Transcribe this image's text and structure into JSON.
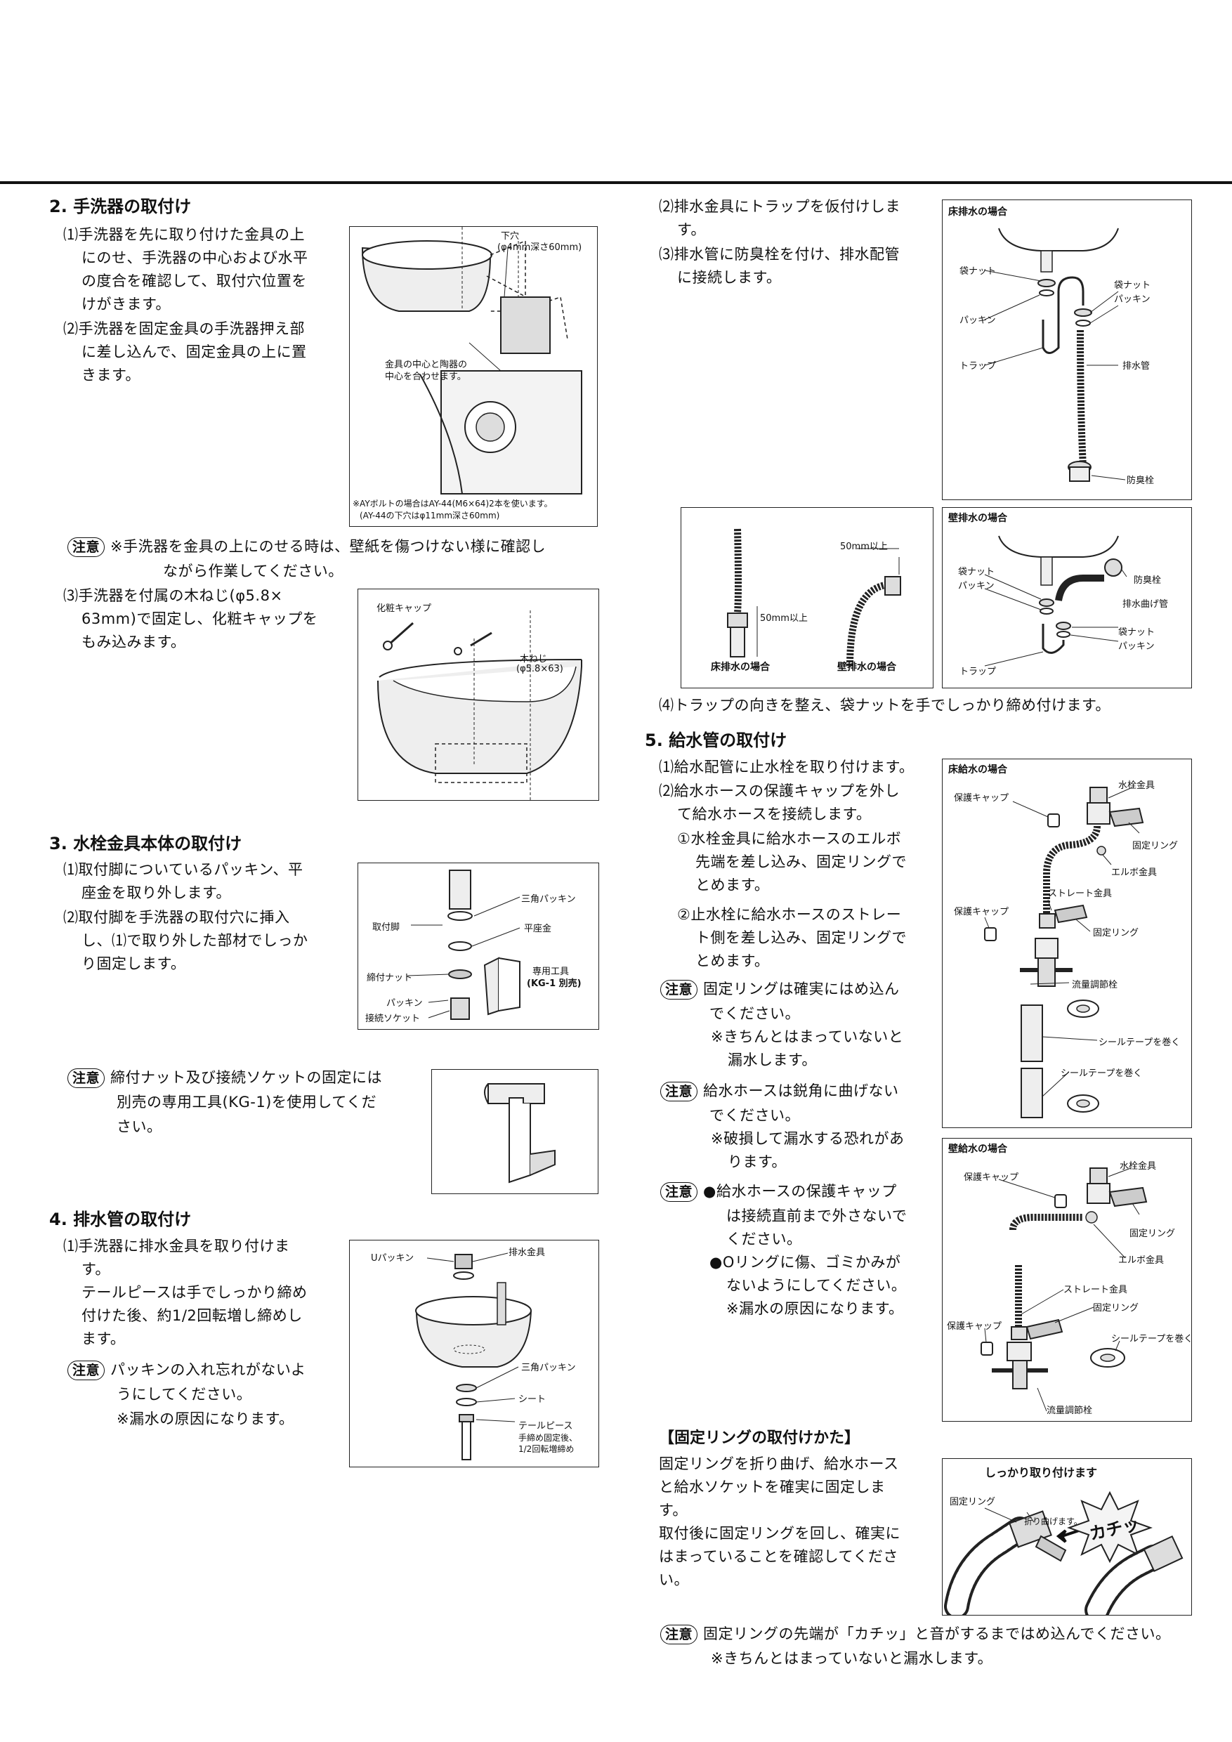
{
  "s2": {
    "heading": "2. 手洗器の取付け",
    "p1": [
      "⑴手洗器を先に取り付けた金具の上",
      "にのせ、手洗器の中心および水平",
      "の度合を確認して、取付穴位置を",
      "けがきます。"
    ],
    "p2": [
      "⑵手洗器を固定金具の手洗器押え部",
      "に差し込んで、固定金具の上に置",
      "きます。"
    ],
    "fig1": {
      "hole_label": "下穴",
      "hole_spec": "(φ4mm深さ60mm)",
      "center_note_1": "金具の中心と陶器の",
      "center_note_2": "中心を合わせます。",
      "foot_1": "※AYボルトの場合はAY-44(M6×64)2本を使います。",
      "foot_2": "(AY-44の下穴はφ11mm深さ60mm)"
    },
    "note_badge": "注意",
    "note_1": "※手洗器を金具の上にのせる時は、壁紙を傷つけない様に確認し",
    "note_2": "ながら作業してください。",
    "p3": [
      "⑶手洗器を付属の木ねじ(φ5.8×",
      "63mm)で固定し、化粧キャップを",
      "もみ込みます。"
    ],
    "fig2": {
      "cap": "化粧キャップ",
      "screw": "木ねじ",
      "screw_spec": "(φ5.8×63)"
    }
  },
  "s3": {
    "heading": "3. 水栓金具本体の取付け",
    "p1": [
      "⑴取付脚についているパッキン、平",
      "座金を取り外します。"
    ],
    "p2": [
      "⑵取付脚を手洗器の取付穴に挿入",
      "し、⑴で取り外した部材でしっか",
      "り固定します。"
    ],
    "fig": {
      "leg": "取付脚",
      "tri_packing": "三角パッキン",
      "washer": "平座金",
      "nut": "締付ナット",
      "tool": "専用工具",
      "tool_note": "(KG-1 別売)",
      "packing": "パッキン",
      "socket": "接続ソケット"
    },
    "note_badge": "注意",
    "note": [
      "締付ナット及び接続ソケットの固定には",
      "別売の専用工具(KG-1)を使用してくだ",
      "さい。"
    ]
  },
  "s4": {
    "heading": "4. 排水管の取付け",
    "p1": [
      "⑴手洗器に排水金具を取り付けま",
      "す。",
      "テールピースは手でしっかり締め",
      "付けた後、約1/2回転増し締めし",
      "ます。"
    ],
    "note_badge": "注意",
    "note": [
      "パッキンの入れ忘れがないよ",
      "うにしてください。",
      "※漏水の原因になります。"
    ],
    "fig": {
      "u_packing": "Uパッキン",
      "drain": "排水金具",
      "tri_packing": "三角パッキン",
      "sheet": "シート",
      "tailpiece": "テールピース",
      "tail_note_1": "手締め固定後、",
      "tail_note_2": "1/2回転増締め"
    }
  },
  "right": {
    "p2": [
      "⑵排水金具にトラップを仮付けしま",
      "す。"
    ],
    "p3": [
      "⑶排水管に防臭栓を付け、排水配管",
      "に接続します。"
    ],
    "floor_drain": {
      "title": "床排水の場合",
      "bag_nut": "袋ナット",
      "bag_nut2": "袋ナット",
      "packing": "パッキン",
      "packing2": "パッキン",
      "trap": "トラップ",
      "pipe": "排水管",
      "odor": "防臭栓"
    },
    "wall_drain": {
      "title": "壁排水の場合",
      "bag_nut": "袋ナット",
      "packing": "パッキン",
      "odor": "防臭栓",
      "elbow": "排水曲げ管",
      "bag_nut2": "袋ナット",
      "packing2": "パッキン",
      "trap": "トラップ"
    },
    "mid_fig": {
      "len1": "50mm以上",
      "len2": "50mm以上",
      "floor_cap": "床排水の場合",
      "wall_cap": "壁排水の場合"
    },
    "p4": "⑷トラップの向きを整え、袋ナットを手でしっかり締め付けます。"
  },
  "s5": {
    "heading": "5. 給水管の取付け",
    "p1": "⑴給水配管に止水栓を取り付けます。",
    "p2": [
      "⑵給水ホースの保護キャップを外し",
      "て給水ホースを接続します。"
    ],
    "c1": [
      "①水栓金具に給水ホースのエルボ",
      "先端を差し込み、固定リングで",
      "とめます。"
    ],
    "c2": [
      "②止水栓に給水ホースのストレー",
      "ト側を差し込み、固定リングで",
      "とめます。"
    ],
    "note_badge": "注意",
    "n1": [
      "固定リングは確実にはめ込ん",
      "でください。",
      "※きちんとはまっていないと",
      "漏水します。"
    ],
    "n2": [
      "給水ホースは鋭角に曲げない",
      "でください。",
      "※破損して漏水する恐れがあ",
      "ります。"
    ],
    "n3": [
      "●給水ホースの保護キャップ",
      "は接続直前まで外さないで",
      "ください。",
      "●Oリングに傷、ゴミかみが",
      "ないようにしてください。",
      "※漏水の原因になります。"
    ],
    "floor_supply": {
      "title": "床給水の場合",
      "faucet_fit": "水栓金具",
      "cap": "保護キャップ",
      "ring": "固定リング",
      "elbow": "エルボ金具",
      "straight": "ストレート金具",
      "cap2": "保護キャップ",
      "ring2": "固定リング",
      "valve": "流量調節栓",
      "tape": "シールテープを巻く",
      "tape2": "シールテープを巻く"
    },
    "wall_supply": {
      "title": "壁給水の場合",
      "faucet_fit": "水栓金具",
      "cap": "保護キャップ",
      "ring": "固定リング",
      "elbow": "エルボ金具",
      "straight": "ストレート金具",
      "ring2": "固定リング",
      "cap2": "保護キャップ",
      "tape": "シールテープを巻く",
      "valve": "流量調節栓"
    }
  },
  "ring": {
    "heading": "【固定リングの取付けかた】",
    "p": [
      "固定リングを折り曲げ、給水ホース",
      "と給水ソケットを確実に固定しま",
      "す。",
      "取付後に固定リングを回し、確実に",
      "はまっていることを確認してくださ",
      "い。"
    ],
    "fig": {
      "title": "しっかり取り付けます",
      "ring": "固定リング",
      "fold": "折り曲げます。",
      "click": "カチッ"
    },
    "note_badge": "注意",
    "note_1": "固定リングの先端が「カチッ」と音がするまではめ込んでください。",
    "note_2": "※きちんとはまっていないと漏水します。"
  }
}
